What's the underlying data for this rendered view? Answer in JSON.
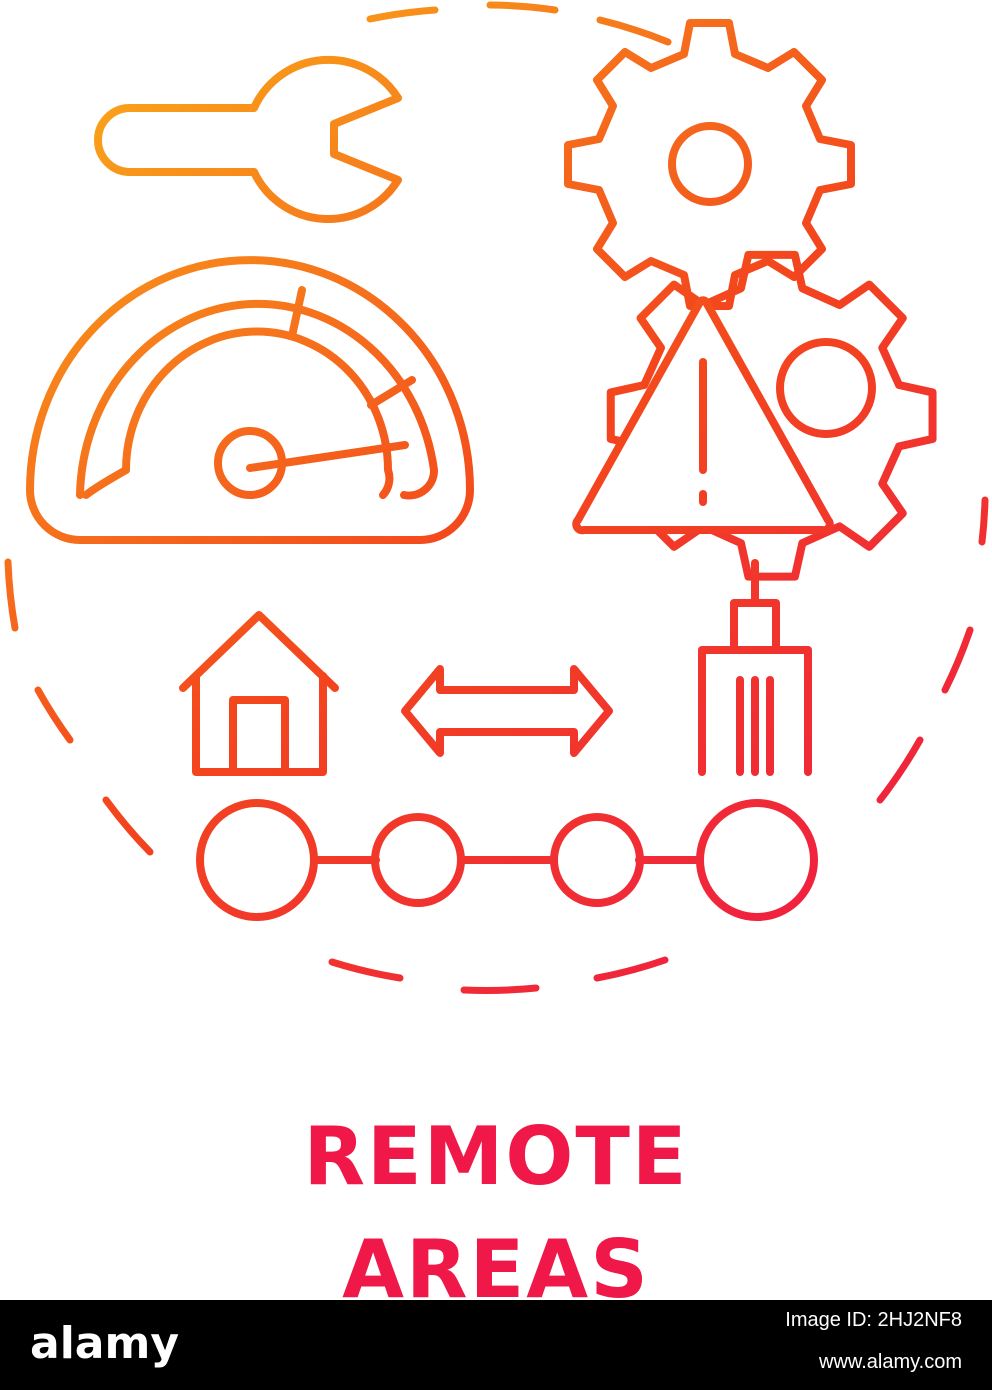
{
  "illustration": {
    "title_lines": [
      "REMOTE",
      "AREAS"
    ],
    "icons": [
      "wrench-icon",
      "speedometer-icon",
      "gears-icon",
      "warning-triangle-icon",
      "house-icon",
      "double-arrow-icon",
      "skyscraper-icon",
      "connected-dots-icon"
    ],
    "gradient": {
      "from": "#f9a21a",
      "mid": "#f3461d",
      "to": "#ef1a45"
    }
  },
  "footer": {
    "brand": "alamy",
    "image_id": "Image ID: 2HJ2NF8",
    "site": "www.alamy.com"
  }
}
